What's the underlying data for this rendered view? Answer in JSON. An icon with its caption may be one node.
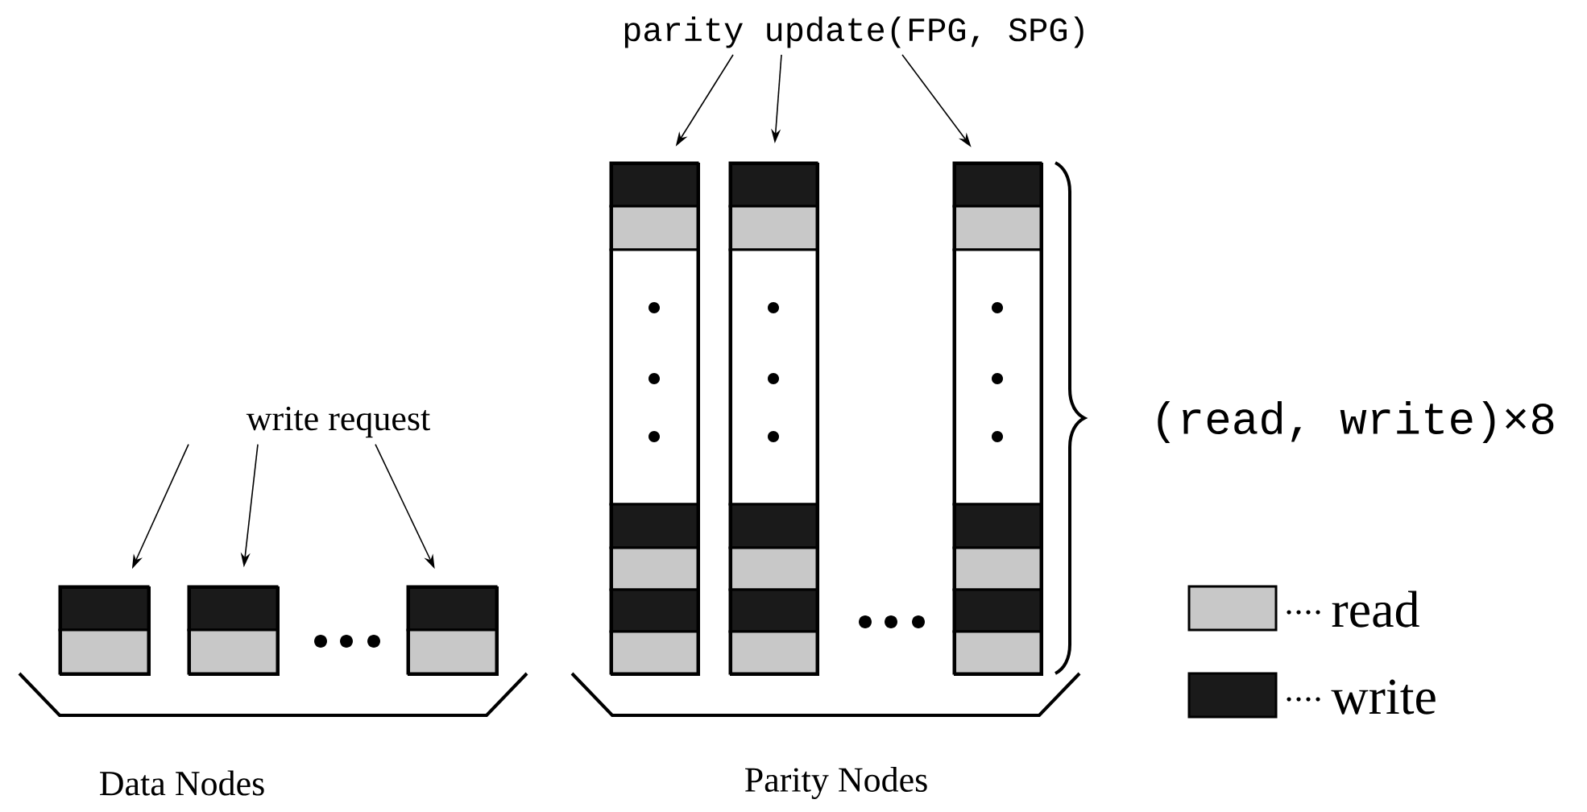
{
  "diagram": {
    "nodes": [
      {
        "text": [
          "write request"
        ]
      },
      {
        "text": [],
        "shape": "box"
      },
      {
        "text": [],
        "shape": "box"
      },
      {
        "text": [],
        "shape": "box"
      },
      {
        "text": [
          "parity update(FPG, SPG)"
        ]
      },
      {
        "text": [],
        "shape": "box"
      },
      {
        "text": [],
        "shape": "box"
      },
      {
        "text": [],
        "shape": "box"
      }
    ],
    "edges": [
      {
        "from": 0,
        "to": 1,
        "arrow": "to"
      },
      {
        "from": 0,
        "to": 2,
        "arrow": "to"
      },
      {
        "from": 0,
        "to": 3,
        "arrow": "to"
      },
      {
        "from": 4,
        "to": 5,
        "arrow": "to"
      },
      {
        "from": 4,
        "to": 6,
        "arrow": "to"
      },
      {
        "from": 4,
        "to": 7,
        "arrow": "to"
      }
    ],
    "labels": [
      "(read, write)×8",
      "Data Nodes",
      "Parity Nodes"
    ],
    "legend": [
      {
        "text": "read",
        "color": "#c8c8c8"
      },
      {
        "text": "write",
        "color": "#1a1a1a"
      }
    ]
  }
}
